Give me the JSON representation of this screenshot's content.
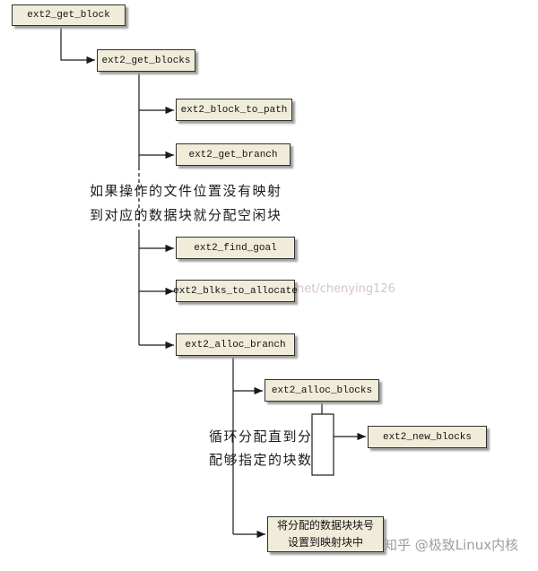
{
  "diagram": {
    "nodes": [
      {
        "label": "ext2_get_block"
      },
      {
        "label": "ext2_get_blocks"
      },
      {
        "label": "ext2_block_to_path"
      },
      {
        "label": "ext2_get_branch"
      },
      {
        "label": "ext2_find_goal"
      },
      {
        "label": "ext2_blks_to_allocate"
      },
      {
        "label": "ext2_alloc_branch"
      },
      {
        "label": "ext2_alloc_blocks"
      },
      {
        "label": "ext2_new_blocks"
      },
      {
        "label": "将分配的数据块块号设置到映射块中"
      }
    ],
    "annotations": [
      {
        "text": "如果操作的文件位置没有映射"
      },
      {
        "text": "到对应的数据块就分配空闲块"
      },
      {
        "text": "循环分配直到分"
      },
      {
        "text": "配够指定的块数"
      }
    ],
    "watermark": "net/chenying126",
    "credit": "知乎 @极致Linux内核",
    "colors": {
      "box_fill": "#f1ecd9",
      "box_border": "#2f2f2f",
      "shadow": "#a0a0a0",
      "watermark": "#d8c4c4",
      "credit": "#9e9e9e",
      "line": "#1a1a1a"
    }
  }
}
